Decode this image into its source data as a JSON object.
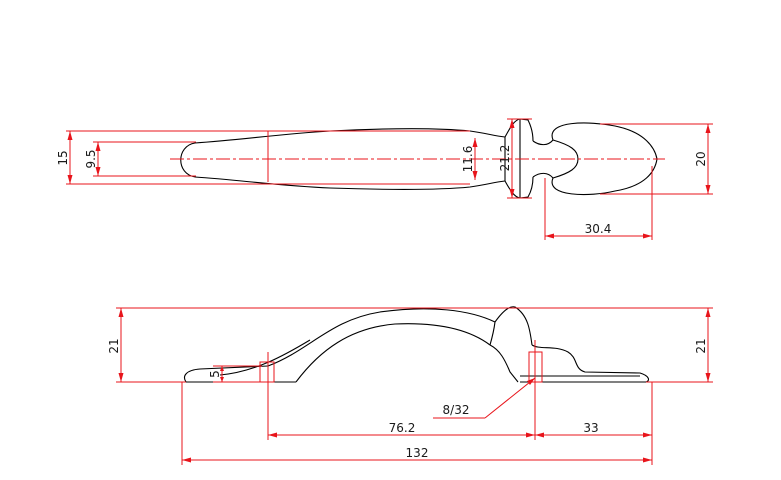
{
  "colors": {
    "dimension": "#e8141b",
    "outline": "#000000",
    "background": "#ffffff",
    "text": "#1a1a1a"
  },
  "top_view": {
    "dims": {
      "d15": "15",
      "d9_5": "9.5",
      "d11_6": "11.6",
      "d21_2": "21.2",
      "d20": "20",
      "d30_4": "30.4"
    }
  },
  "side_view": {
    "dims": {
      "d21_left": "21",
      "d21_right": "21",
      "d5": "5",
      "d8_32": "8/32",
      "d76_2": "76.2",
      "d33": "33",
      "d132": "132"
    }
  }
}
